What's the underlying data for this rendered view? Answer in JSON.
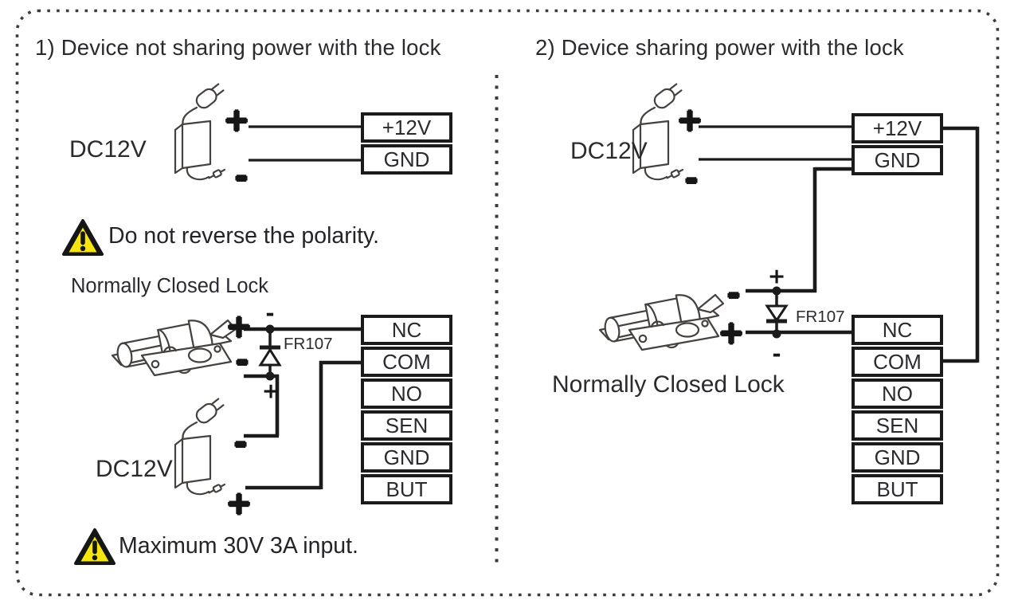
{
  "diagram": {
    "colors": {
      "ink": "#1b1b1b",
      "text": "#2b2a2e",
      "warning_yellow": "#f6e50e",
      "border_dots": "#3c3c3c"
    },
    "left": {
      "title": "1) Device not sharing power with the lock",
      "device_psu_label": "DC12V",
      "device_psu_plus": "+",
      "device_psu_minus": "-",
      "power_terminal_rows": [
        "+12V",
        "GND"
      ],
      "polarity_warning_text": "Do not reverse the polarity.",
      "lock_caption": "Normally Closed Lock",
      "lock_plus": "+",
      "lock_minus": "-",
      "diode_label": "FR107",
      "diode_cathode_mark": "-",
      "diode_anode_mark": "+",
      "lock_psu_label": "DC12V",
      "lock_psu_plus": "+",
      "lock_psu_minus": "-",
      "relay_terminal_rows": [
        "NC",
        "COM",
        "NO",
        "SEN",
        "GND",
        "BUT"
      ],
      "input_warning_text": "Maximum 30V 3A input."
    },
    "right": {
      "title": "2) Device sharing power with the lock",
      "device_psu_label": "DC12V",
      "device_psu_plus": "+",
      "device_psu_minus": "-",
      "power_terminal_rows": [
        "+12V",
        "GND"
      ],
      "lock_caption": "Normally Closed Lock",
      "lock_minus": "-",
      "lock_plus": "+",
      "diode_label": "FR107",
      "diode_anode_mark": "+",
      "diode_cathode_mark": "-",
      "relay_terminal_rows": [
        "NC",
        "COM",
        "NO",
        "SEN",
        "GND",
        "BUT"
      ]
    }
  }
}
